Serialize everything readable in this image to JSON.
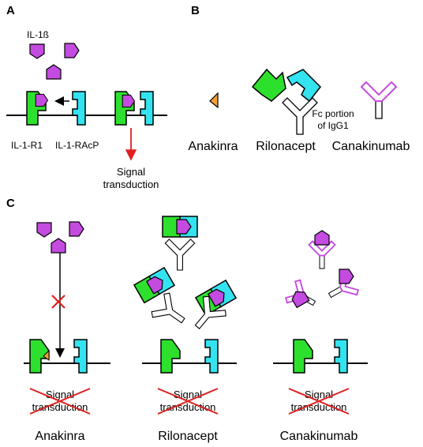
{
  "colors": {
    "receptor_r1": "#2EE02E",
    "receptor_racp": "#33E3F0",
    "ligand": "#C44BE0",
    "anakinra": "#F2A033",
    "membrane": "#000000",
    "arrow_red": "#E02020"
  },
  "panel_a": {
    "label": "A",
    "ligand_label": "IL-1ß",
    "r1_label": "IL-1-R1",
    "racp_label": "IL-1-RAcP",
    "signal_line1": "Signal",
    "signal_line2": "transduction"
  },
  "panel_b": {
    "label": "B",
    "fc_line1": "Fc portion",
    "fc_line2": "of IgG1",
    "drug1": "Anakinra",
    "drug2": "Rilonacept",
    "drug3": "Canakinumab"
  },
  "panel_c": {
    "label": "C",
    "signal_line1": "Signal",
    "signal_line2": "transduction",
    "drug1": "Anakinra",
    "drug2": "Rilonacept",
    "drug3": "Canakinumab"
  }
}
